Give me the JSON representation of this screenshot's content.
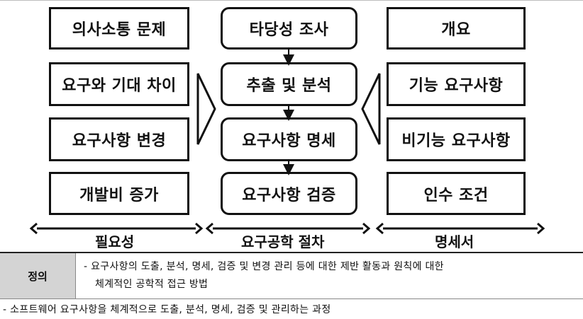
{
  "necessity": {
    "items": [
      "의사소통 문제",
      "요구와 기대 차이",
      "요구사항 변경",
      "개발비 증가"
    ],
    "label": "필요성"
  },
  "procedure": {
    "items": [
      "타당성 조사",
      "추출 및 분석",
      "요구사항 명세",
      "요구사항 검증"
    ],
    "label": "요구공학 절차"
  },
  "specification": {
    "items": [
      "개요",
      "기능 요구사항",
      "비기능 요구사항",
      "인수 조건"
    ],
    "label": "명세서"
  },
  "definition": {
    "header": "정의",
    "line1": "- 요구사항의 도출, 분석, 명세, 검증 및 변경 관리 등에 대한 제반 활동과 원칙에 대한",
    "line2": "체계적인 공학적 접근 방법"
  },
  "footnote": "- 소프트웨어 요구사항을 체계적으로 도출, 분석, 명세, 검증 및 관리하는 과정"
}
